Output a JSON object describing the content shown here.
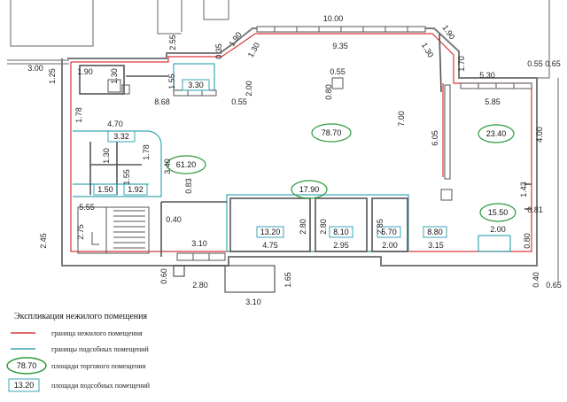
{
  "colors": {
    "boundary": "#d9383a",
    "auxiliary": "#3aa6b5",
    "trade_area_ring": "#2e9a3c",
    "aux_box": "#3aa6b5",
    "wall": "#555555"
  },
  "areas": {
    "main_hall": "78.70",
    "left_block": "61.20",
    "right_room": "23.40",
    "corridor": "17.90",
    "bottom_right": "15.50",
    "room_a": "13.20",
    "room_b": "8.10",
    "room_c": "5.70",
    "room_d": "8.80",
    "upper_small": "3.30",
    "stair_block": "3.32",
    "wc1": "1.50",
    "wc2": "1.92"
  },
  "dimensions": {
    "d_10_00": "10.00",
    "d_9_35": "9.35",
    "d_1_90a": "1.90",
    "d_1_90b": "1.90",
    "d_1_30a": "1.30",
    "d_1_30b": "1.30",
    "d_2_55": "2.55",
    "d_0_35": "0.35",
    "d_1_55": "1.55",
    "d_3_00": "3.00",
    "d_1_25": "1.25",
    "d_1_90c": "1.90",
    "d_1_30c": "1.30",
    "d_8_68": "8.68",
    "d_0_55a": "0.55",
    "d_2_00a": "2.00",
    "d_0_55b": "0.55",
    "d_0_80": "0.80",
    "d_7_00": "7.00",
    "d_6_05": "6.05",
    "d_1_70": "1.70",
    "d_5_30": "5.30",
    "d_0_55c": "0.55",
    "d_0_65a": "0.65",
    "d_5_85": "5.85",
    "d_4_00": "4.00",
    "d_1_78a": "1.78",
    "d_4_70": "4.70",
    "d_1_30d": "1.30",
    "d_1_78b": "1.78",
    "d_3_40": "3.40",
    "d_0_83": "0.83",
    "d_1_55b": "1.55",
    "d_5_55": "5.55",
    "d_0_40a": "0.40",
    "d_2_75": "2.75",
    "d_2_45": "2.45",
    "d_1_43": "1.43",
    "d_0_81": "0.81",
    "d_2_80a": "2.80",
    "d_2_80b": "2.80",
    "d_2_85": "2.85",
    "d_4_75": "4.75",
    "d_2_95": "2.95",
    "d_2_00b": "2.00",
    "d_3_15": "3.15",
    "d_2_00c": "2.00",
    "d_0_80b": "0.80",
    "d_3_10a": "3.10",
    "d_0_60": "0.60",
    "d_2_80c": "2.80",
    "d_1_65": "1.65",
    "d_3_10b": "3.10",
    "d_0_40b": "0.40",
    "d_0_65b": "0.65"
  },
  "legend": {
    "title": "Экспликация нежилого помещения",
    "boundary_label": "граница нежилого помещения",
    "auxiliary_label": "границы подсобных помещений",
    "trade_sample": "78.70",
    "trade_label": "площади торгового помещения",
    "aux_sample": "13.20",
    "aux_label": "площади подсобных помещений"
  }
}
